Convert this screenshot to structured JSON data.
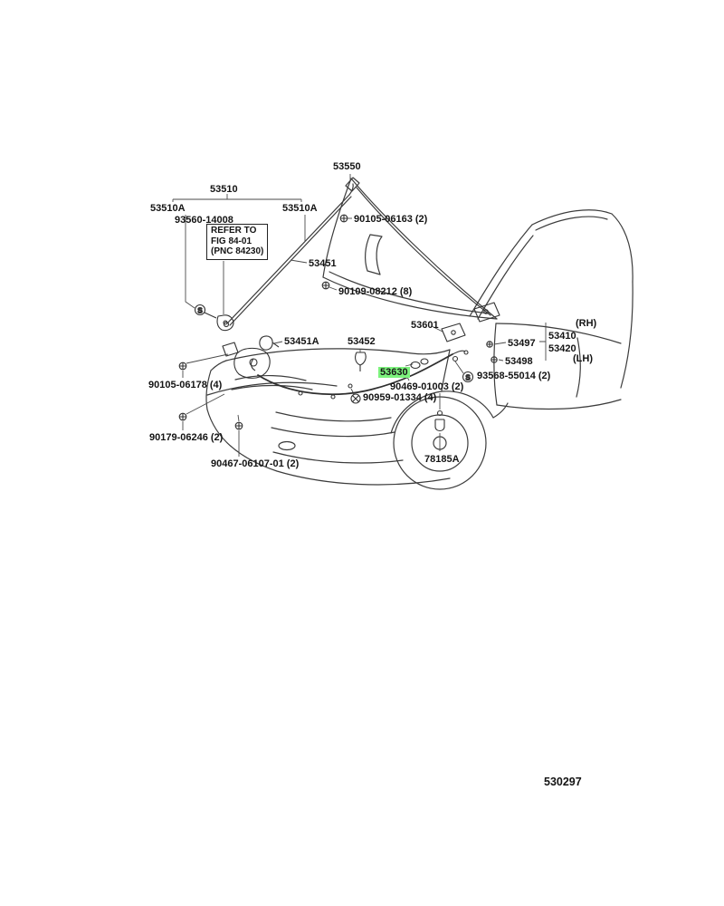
{
  "page": {
    "background": "#ffffff"
  },
  "diagram": {
    "type": "parts-diagram",
    "subject": "hood-lock-and-hinge",
    "highlight_color": "#7df37d",
    "figure_number": "530297",
    "refer_note": {
      "line1": "REFER TO",
      "line2": "FIG 84-01",
      "line3": "(PNC 84230)"
    },
    "symbols": {
      "substitution_marker": "S"
    },
    "labels": {
      "p53550": "53550",
      "p53510": "53510",
      "p53510a_left": "53510A",
      "p53510a_right": "53510A",
      "p93560_14008": "93560-14008",
      "p90105_06163": "90105-06163 (2)",
      "p53451": "53451",
      "p90109_08212": "90109-08212 (8)",
      "p53601": "53601",
      "rh": "(RH)",
      "p53410": "53410",
      "p53497": "53497",
      "p53420": "53420",
      "lh": "(LH)",
      "p53451a": "53451A",
      "p53452": "53452",
      "p53498": "53498",
      "p53630": "53630",
      "p93568_55014": "93568-55014 (2)",
      "p90469_01003": "90469-01003 (2)",
      "p90105_06178": "90105-06178 (4)",
      "p90959_01334": "90959-01334 (4)",
      "p90179_06246": "90179-06246 (2)",
      "p78185a": "78185A",
      "p90467_06107": "90467-06107-01 (2)"
    }
  }
}
